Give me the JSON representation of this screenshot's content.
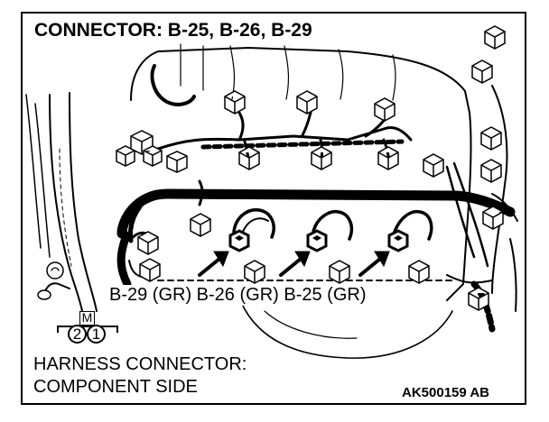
{
  "title": "CONNECTOR: B-25, B-26, B-29",
  "connector_labels": "B-29 (GR)  B-26 (GR)  B-25 (GR)",
  "harness_line1": "HARNESS CONNECTOR:",
  "harness_line2": "COMPONENT SIDE",
  "figure_code": "AK500159 AB",
  "connector_face": {
    "key": "M",
    "pin_left": "2",
    "pin_right": "1"
  },
  "colors": {
    "line": "#000000",
    "background": "#ffffff"
  }
}
